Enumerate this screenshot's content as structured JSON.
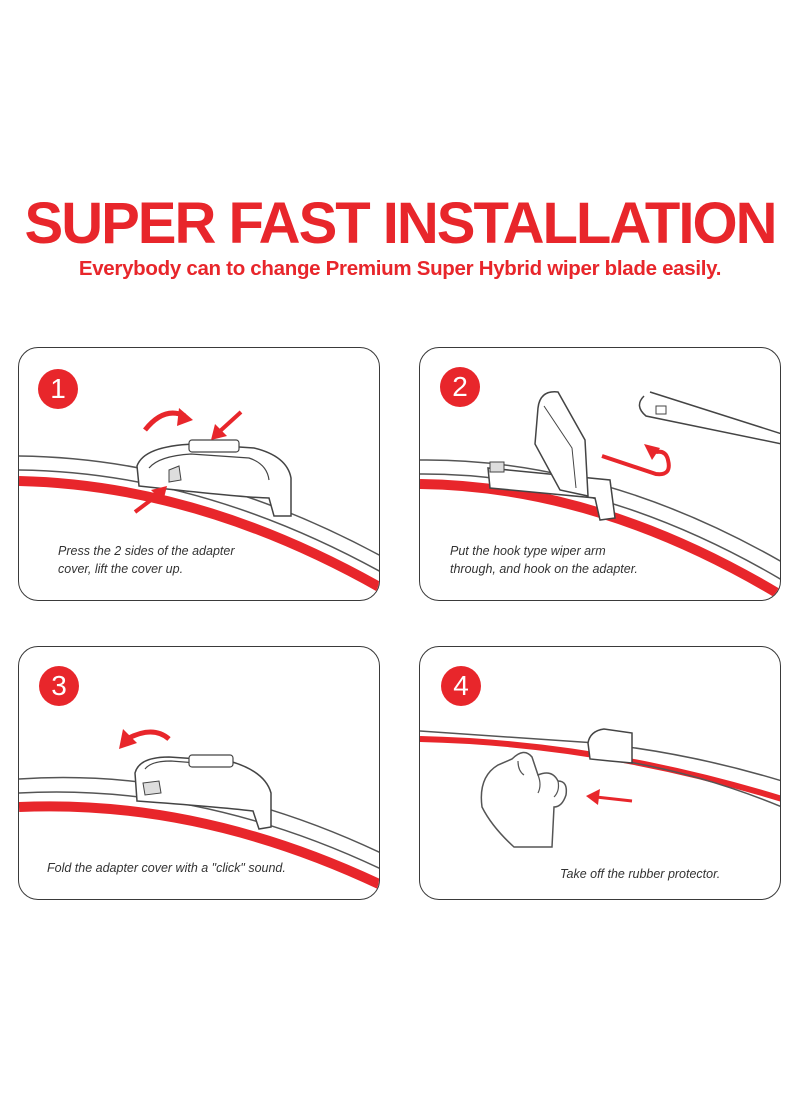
{
  "header": {
    "title": "SUPER FAST INSTALLATION",
    "subtitle": "Everybody can to change Premium Super Hybrid wiper blade easily."
  },
  "colors": {
    "accent": "#e8262b",
    "outline": "#3a3a3a"
  },
  "steps": [
    {
      "number": "1",
      "caption_line1": "Press the 2 sides of the adapter",
      "caption_line2": "cover,  lift the cover up."
    },
    {
      "number": "2",
      "caption_line1": "Put the hook type wiper arm",
      "caption_line2": "through, and hook on the adapter."
    },
    {
      "number": "3",
      "caption_line1": "Fold the adapter cover with a \"click\" sound.",
      "caption_line2": ""
    },
    {
      "number": "4",
      "caption_line1": "Take off the rubber protector.",
      "caption_line2": ""
    }
  ]
}
